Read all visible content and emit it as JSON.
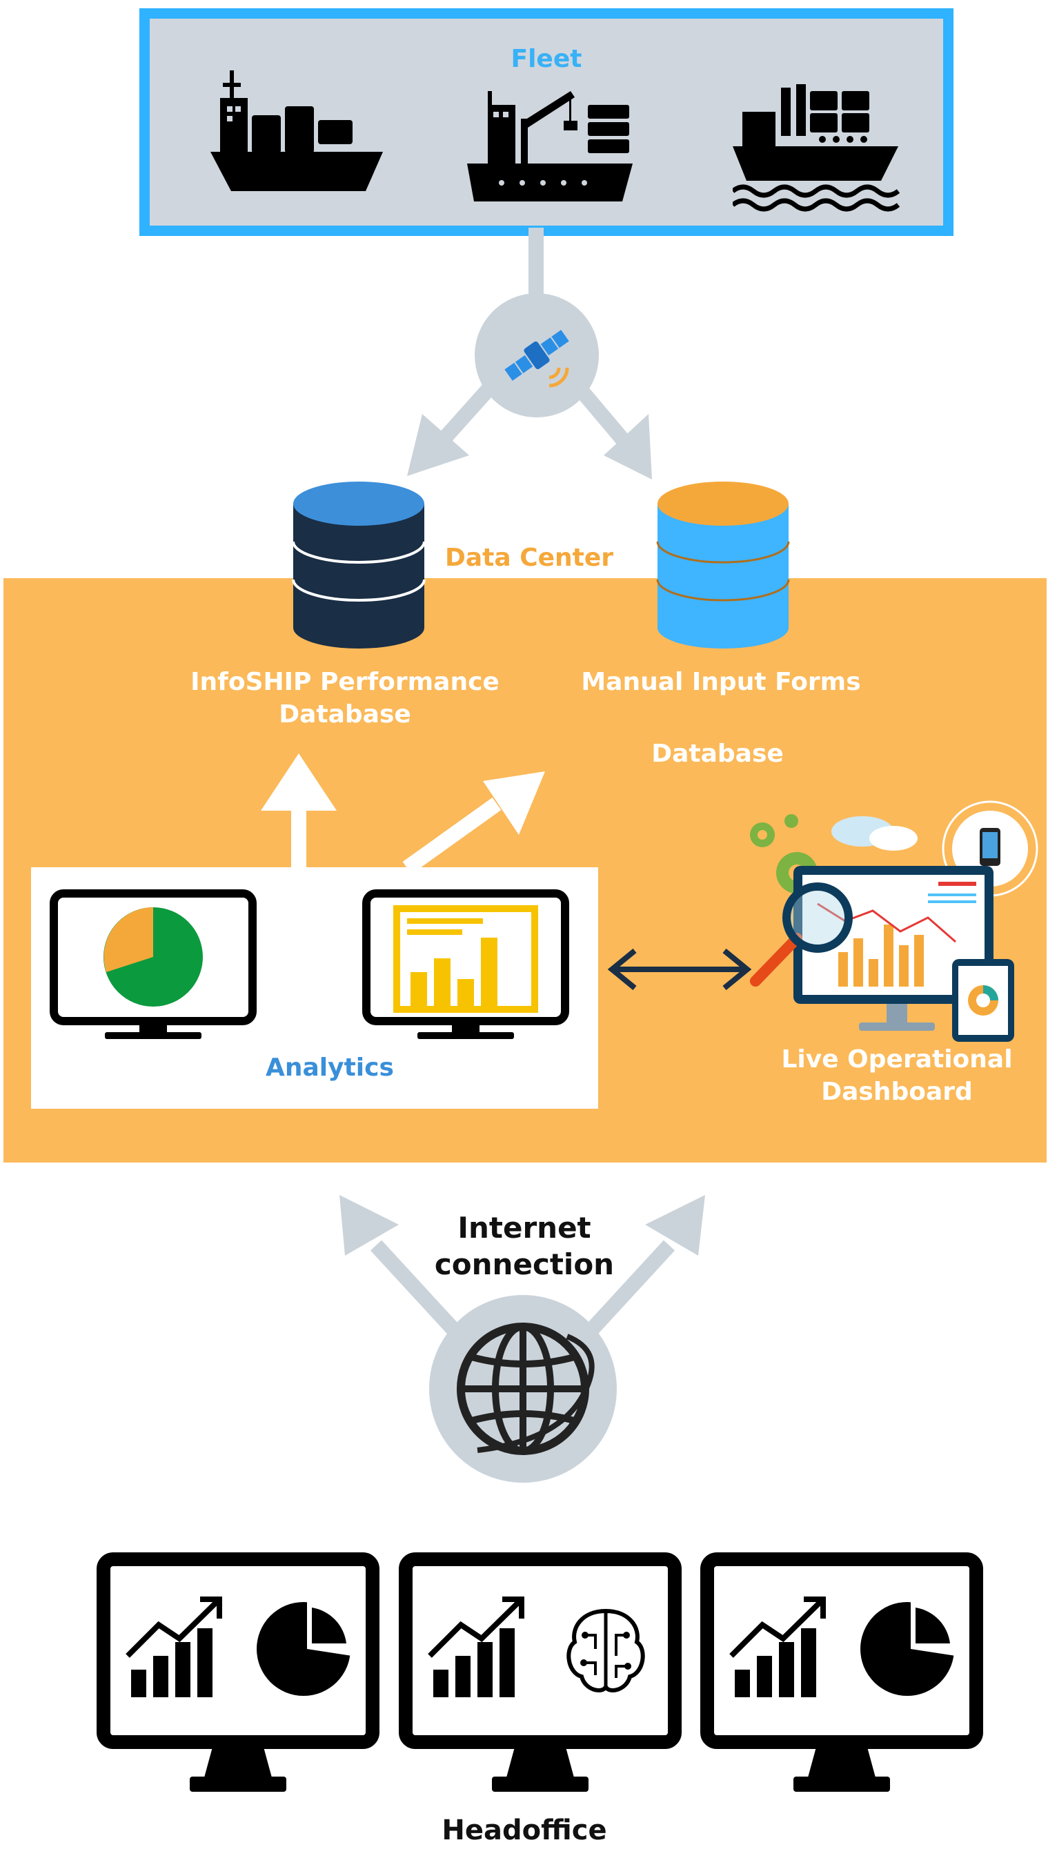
{
  "fleet": {
    "title": "Fleet"
  },
  "satellite": {
    "icon": "satellite-icon"
  },
  "data_center": {
    "title": "Data Center",
    "db_performance": {
      "line1": "InfoSHIP Performance",
      "line2": "Database"
    },
    "db_manual": {
      "line1": "Manual Input Forms",
      "line2": "Database"
    },
    "analytics": {
      "label": "Analytics"
    },
    "dashboard": {
      "line1": "Live Operational",
      "line2": "Dashboard"
    }
  },
  "internet": {
    "line1": "Internet",
    "line2": "connection"
  },
  "headoffice": {
    "label": "Headoffice"
  },
  "colors": {
    "fleet_border": "#2fb2ff",
    "fleet_bg": "#cfd6dd",
    "datacenter_bg": "#fbb959",
    "arrow_gray": "#cbd3da",
    "analytics_blue": "#3a8fd9",
    "accent_orange": "#f5a83a"
  }
}
